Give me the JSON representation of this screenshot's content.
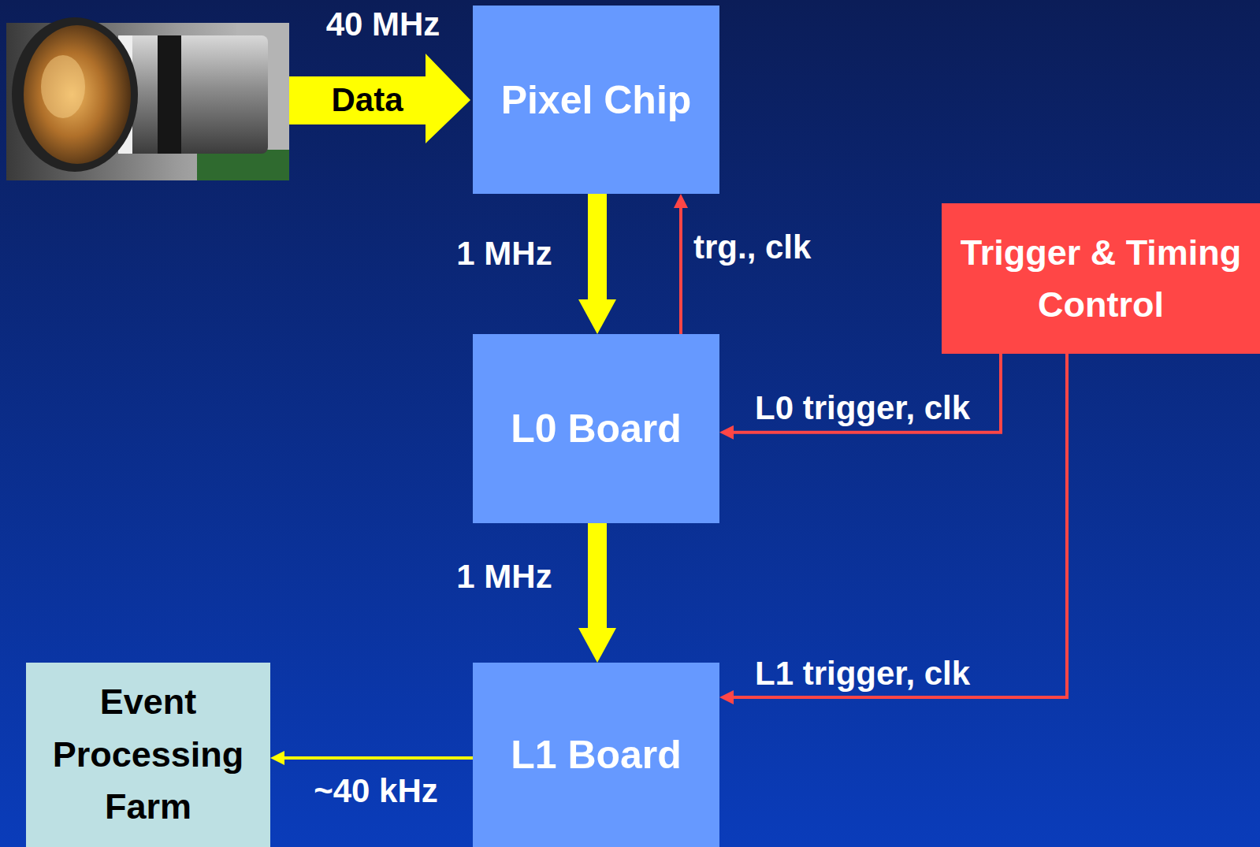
{
  "diagram": {
    "nodes": [
      {
        "text": [
          "Pixel Chip"
        ]
      },
      {
        "text": [
          "Trigger & Timing Control"
        ]
      },
      {
        "text": [
          "L0 Board"
        ]
      },
      {
        "text": [
          "Event Processing Farm"
        ]
      },
      {
        "text": [
          "L1 Board"
        ]
      }
    ],
    "edges": [
      {
        "from": 0,
        "to": 2,
        "label": "1 MHz",
        "arrow": "to"
      },
      {
        "from": 2,
        "to": 0,
        "label": "trg., clk",
        "arrow": "to"
      },
      {
        "from": 1,
        "to": 2,
        "label": "L0 trigger, clk",
        "arrow": "to"
      },
      {
        "from": 2,
        "to": 4,
        "label": "1 MHz",
        "arrow": "to"
      },
      {
        "from": 1,
        "to": 4,
        "label": "L1 trigger, clk",
        "arrow": "to"
      },
      {
        "from": 4,
        "to": 3,
        "label": "~40 kHz",
        "arrow": "to"
      }
    ],
    "labels": [
      "40 MHz",
      "Data"
    ]
  }
}
